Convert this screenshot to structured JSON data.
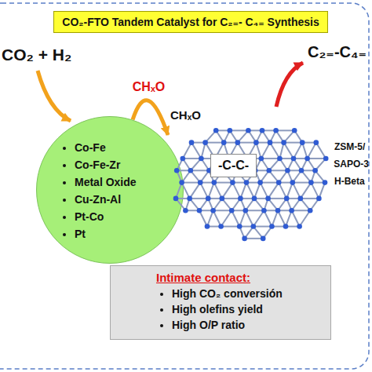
{
  "diagram": {
    "title": "CO₂-FTO Tandem Catalyst for C₂₌- C₄₌ Synthesis",
    "nodes": [
      {
        "text": [
          "Co-Fe",
          "Co-Fe-Zr",
          "Metal Oxide",
          "Cu-Zn-Al",
          "Pt-Co",
          "Pt"
        ]
      },
      {
        "text": [
          "CHₓO"
        ]
      },
      {
        "text": [
          "-C-C-"
        ],
        "in": 1
      },
      {
        "text": [
          "Intimate contact:",
          "High CO₂ conversión",
          "High olefins yield",
          "High O/P ratio"
        ]
      }
    ],
    "edges": [
      {
        "from": 0,
        "to": 1,
        "arrow": "to",
        "label": "CHₓO"
      }
    ],
    "labels": [
      "CO₂ + H₂",
      "C₂₌-C₄₌",
      "ZSM-5/",
      "SAPO-3",
      "H-Beta"
    ]
  }
}
